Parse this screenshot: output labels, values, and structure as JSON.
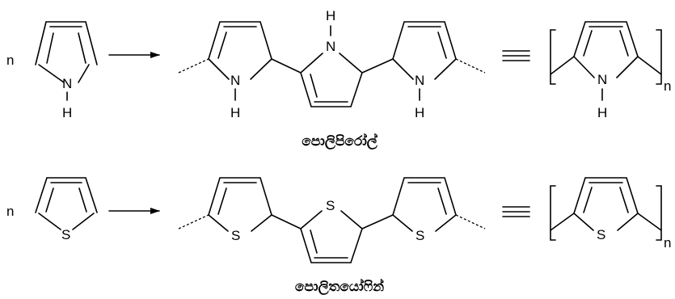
{
  "reactions": [
    {
      "coefficient": "n",
      "heteroatom": "N",
      "hydrogen": "H",
      "repeat_subscript": "n",
      "polymer_name": "පොලිපිරෝල්"
    },
    {
      "coefficient": "n",
      "heteroatom": "S",
      "repeat_subscript": "n",
      "polymer_name": "පොලිතයෝෆින්"
    }
  ]
}
